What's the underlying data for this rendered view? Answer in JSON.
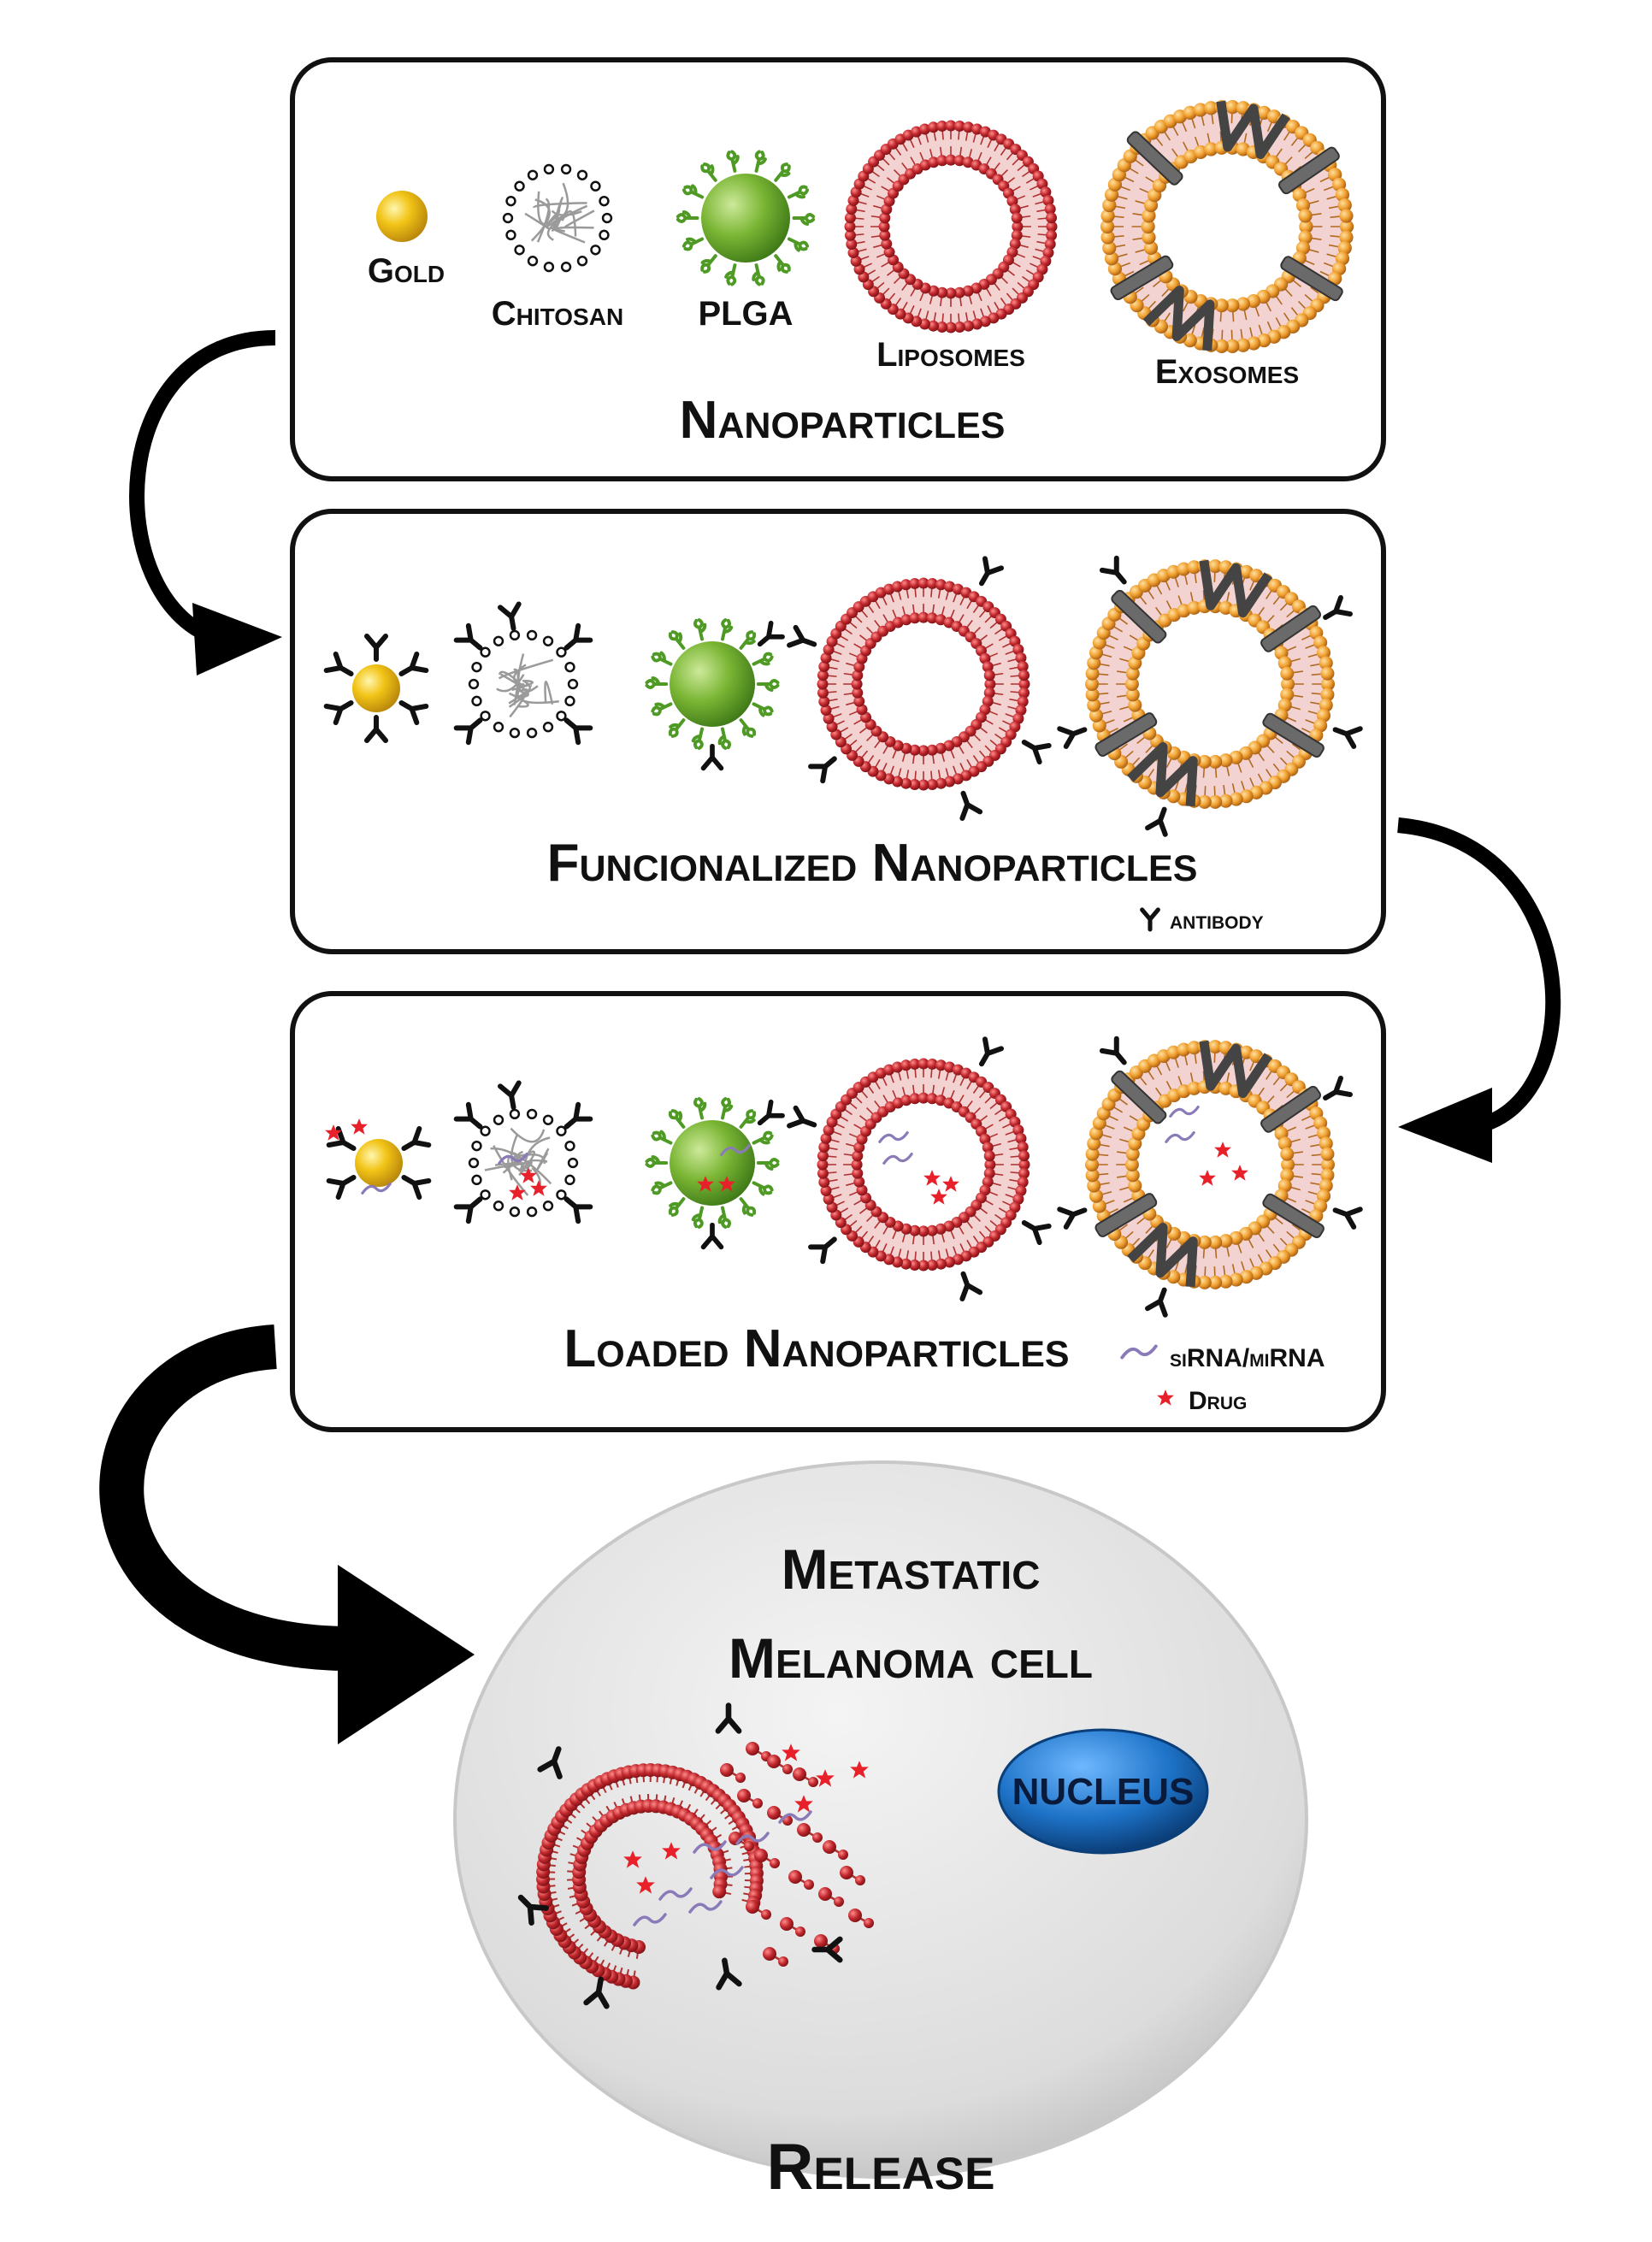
{
  "panel1": {
    "title": "Nanoparticles",
    "labels": {
      "gold": "Gold",
      "chitosan": "Chitosan",
      "plga": "PLGA",
      "liposomes": "Liposomes",
      "exosomes": "Exosomes"
    }
  },
  "panel2": {
    "title": "Funcionalized Nanoparticles",
    "legend": {
      "antibody": "antibody"
    }
  },
  "panel3": {
    "title": "Loaded Nanoparticles",
    "legend": {
      "sirna": "siRNA/miRNA",
      "drug": "Drug"
    }
  },
  "cell": {
    "title_line1": "Metastatic",
    "title_line2": "Melanoma cell",
    "nucleus": "NUCLEUS"
  },
  "release": "Release",
  "colors": {
    "gold": "#f2c417",
    "plga_core": "#7bb635",
    "plga_ligand": "#5ea82c",
    "liposome": "#c0282d",
    "exosome": "#f0a030",
    "protein": "#555555",
    "drug": "#e8202a",
    "rna": "#8a7ab8",
    "nucleus": "#1e73c8"
  },
  "icons": [
    "gold-icon",
    "chitosan-icon",
    "plga-icon",
    "liposome-icon",
    "exosome-icon",
    "antibody-icon",
    "sirna-icon",
    "drug-icon",
    "arrow-icon"
  ]
}
